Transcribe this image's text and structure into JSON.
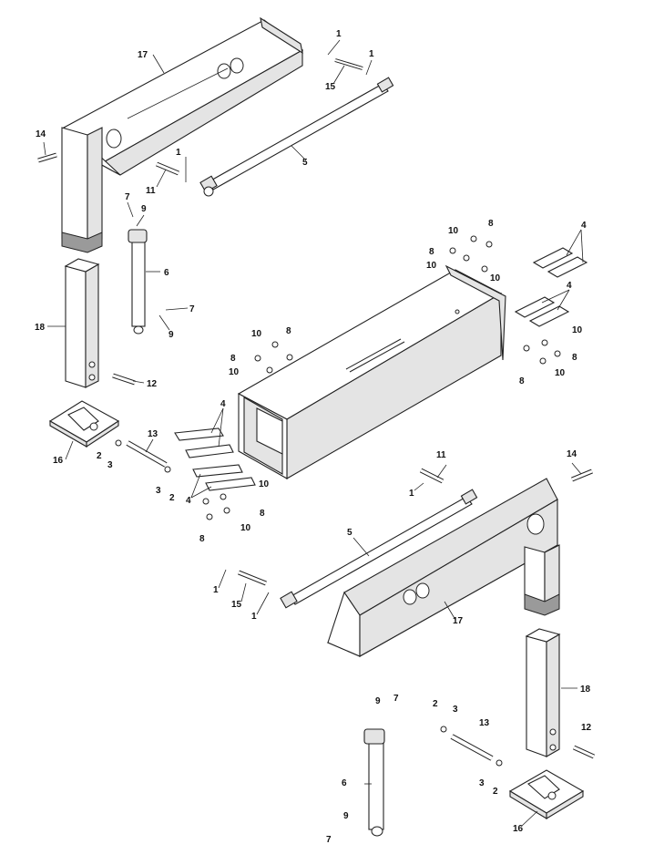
{
  "callouts": {
    "c1a": "1",
    "c1b": "1",
    "c15a": "15",
    "c17a": "17",
    "c14a": "14",
    "c1c": "1",
    "c11a": "11",
    "c5a": "5",
    "c7a": "7",
    "c9a": "9",
    "c6a": "6",
    "c7b": "7",
    "c9b": "9",
    "c18a": "18",
    "c12a": "12",
    "c13a": "13",
    "c2a": "2",
    "c3a": "3",
    "c16a": "16",
    "c3b": "3",
    "c2b": "2",
    "c10a": "10",
    "c8a": "8",
    "c8b": "8",
    "c10b": "10",
    "c10c": "10",
    "c4a": "4",
    "c4b": "4",
    "c10d": "10",
    "c8c": "8",
    "c8d": "8",
    "c10e": "10",
    "c10f": "10",
    "c8e": "8",
    "c8f": "8",
    "c10g": "10",
    "c4c": "4",
    "c4d": "4",
    "c10h": "10",
    "c8g": "8",
    "c8h": "8",
    "c10i": "10",
    "c11b": "11",
    "c1d": "1",
    "c14b": "14",
    "c5b": "5",
    "c1e": "1",
    "c15b": "15",
    "c1f": "1",
    "c17b": "17",
    "c18b": "18",
    "c9c": "9",
    "c7c": "7",
    "c2c": "2",
    "c3c": "3",
    "c13b": "13",
    "c12b": "12",
    "c6b": "6",
    "c3d": "3",
    "c2d": "2",
    "c9d": "9",
    "c7d": "7",
    "c16b": "16"
  }
}
